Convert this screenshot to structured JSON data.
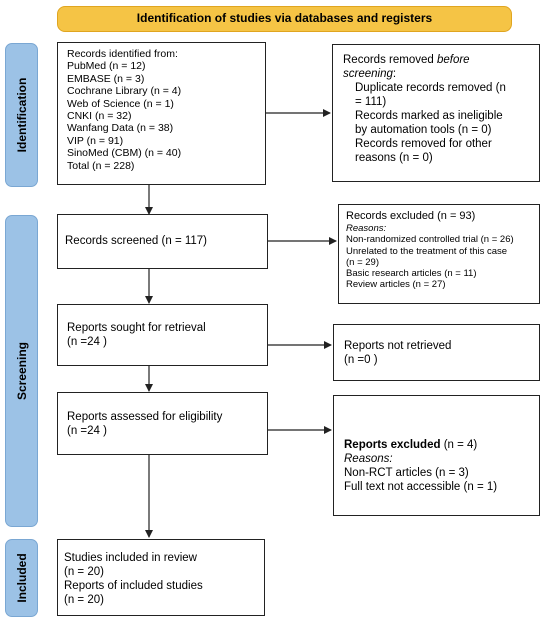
{
  "banner": "Identification of studies via databases and registers",
  "phases": {
    "identification": "Identification",
    "screening": "Screening",
    "included": "Included"
  },
  "identified": {
    "header": "Records identified from:",
    "sources": [
      "PubMed (n = 12)",
      "EMBASE (n = 3)",
      "Cochrane Library (n = 4)",
      "Web of Science (n = 1)",
      "CNKI (n = 32)",
      "Wanfang Data (n = 38)",
      "VIP (n = 91)",
      "SinoMed (CBM) (n = 40)",
      "Total (n = 228)"
    ]
  },
  "removed": {
    "header_pre": "Records removed ",
    "header_em": "before",
    "header_em2": "screening",
    "header_post": ":",
    "lines": [
      "Duplicate records removed (n",
      "= 111)",
      "Records marked as ineligible",
      "by automation tools (n = 0)",
      "Records removed for other",
      "reasons (n = 0)"
    ]
  },
  "screened": {
    "label": "Records screened (n = 117)"
  },
  "excluded": {
    "header": "Records excluded (n = 93)",
    "reasons_label": "Reasons:",
    "lines": [
      "Non-randomized controlled trial (n = 26)",
      "Unrelated to the treatment of this case",
      "(n = 29)",
      "Basic research articles (n = 11)",
      "Review articles (n = 27)"
    ]
  },
  "sought": {
    "line1": "Reports sought for retrieval",
    "line2": "(n =24 )"
  },
  "not_retrieved": {
    "line1": "Reports not retrieved",
    "line2": "(n =0 )"
  },
  "assessed": {
    "line1": "Reports assessed for eligibility",
    "line2": "(n =24 )"
  },
  "reports_excluded": {
    "header_bold": "Reports excluded",
    "header_rest": " (n = 4)",
    "reasons_label": "Reasons:",
    "lines": [
      "Non-RCT articles (n = 3)",
      "Full text not accessible (n = 1)"
    ]
  },
  "included": {
    "lines": [
      "Studies included in review",
      "(n = 20)",
      "Reports of included studies",
      "(n = 20)"
    ]
  }
}
